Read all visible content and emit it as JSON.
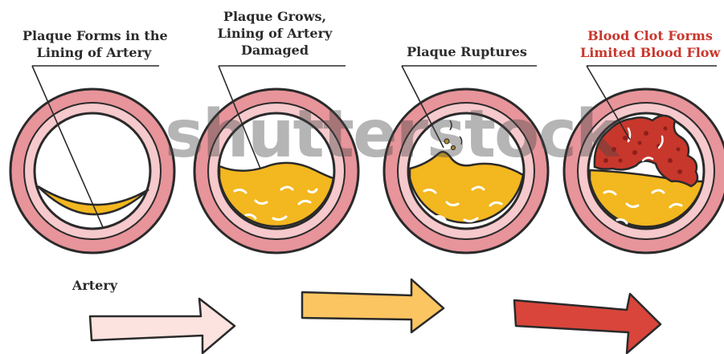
{
  "stages": [
    {
      "label": "Plaque Forms in the\nLining of Artery"
    },
    {
      "label": "Plaque Grows,\nLining of Artery\nDamaged"
    },
    {
      "label": "Plaque Ruptures"
    },
    {
      "label": "Blood Clot Forms\nLimited Blood Flow"
    }
  ],
  "artery_label": "Artery",
  "watermark": "shutterstock",
  "colors": {
    "wall_outer": "#e7949a",
    "wall_inner": "#f6c9cc",
    "outline": "#2a2a2a",
    "plaque": "#f3b71f",
    "plaque_dark": "#e69a12",
    "clot": "#c8372c",
    "clot_dot": "#8e1f1a",
    "label_red": "#c8372c",
    "arrow_1": "#fde3df",
    "arrow_2": "#fbc561",
    "arrow_3": "#d9453a"
  }
}
